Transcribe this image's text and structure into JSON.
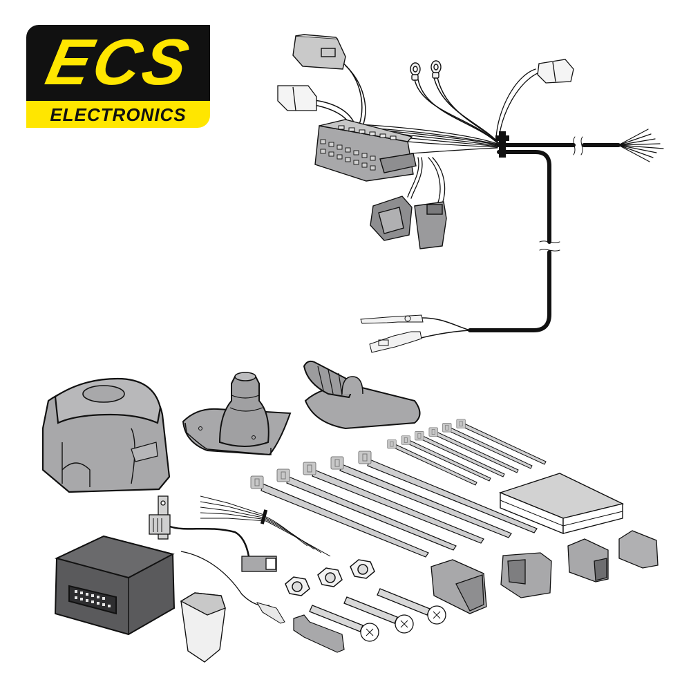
{
  "logo": {
    "brand": "ECS",
    "subtitle": "ELECTRONICS",
    "colors": {
      "yellow": "#ffe600",
      "black": "#111111"
    }
  },
  "illustration": {
    "subject": "towbar wiring kit contents",
    "colors": {
      "part_gray": "#a8a8aa",
      "light_gray": "#d2d2d2",
      "dark_module": "#5a5a5c",
      "outline": "#111111"
    },
    "components": [
      {
        "name": "vehicle-specific wiring harness"
      },
      {
        "name": "13-pin socket"
      },
      {
        "name": "socket gasket"
      },
      {
        "name": "cable grommet"
      },
      {
        "name": "control module"
      },
      {
        "name": "buzzer"
      },
      {
        "name": "fuse"
      },
      {
        "name": "cable ties"
      },
      {
        "name": "nuts"
      },
      {
        "name": "bolts"
      },
      {
        "name": "instruction booklet"
      },
      {
        "name": "loose connectors"
      }
    ]
  }
}
